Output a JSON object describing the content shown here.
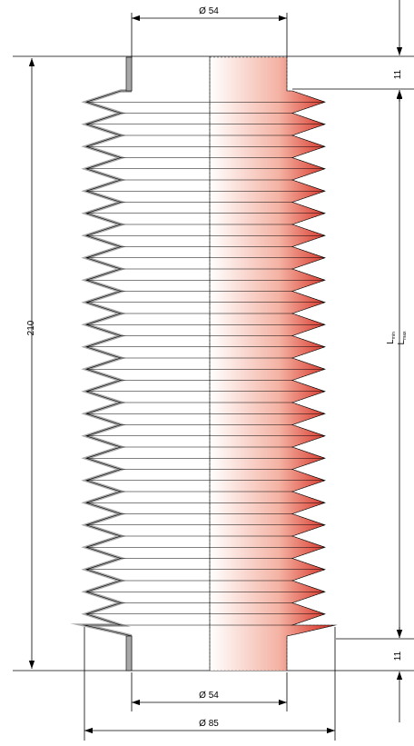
{
  "dimensions": {
    "top_diameter": "Ø 54",
    "bottom_inner_diameter": "Ø 54",
    "bottom_outer_diameter": "Ø 85",
    "overall_length": "210",
    "top_cuff_length": "11",
    "bottom_cuff_length": "11",
    "compressed_length_symbol": "L",
    "compressed_length_subscript": "min",
    "extended_length_symbol": "L",
    "extended_length_subscript": "max"
  },
  "fold_count": 24,
  "colors": {
    "outline": "#000000",
    "wall": "#a8a8a8",
    "section_fill": "#d42418"
  }
}
